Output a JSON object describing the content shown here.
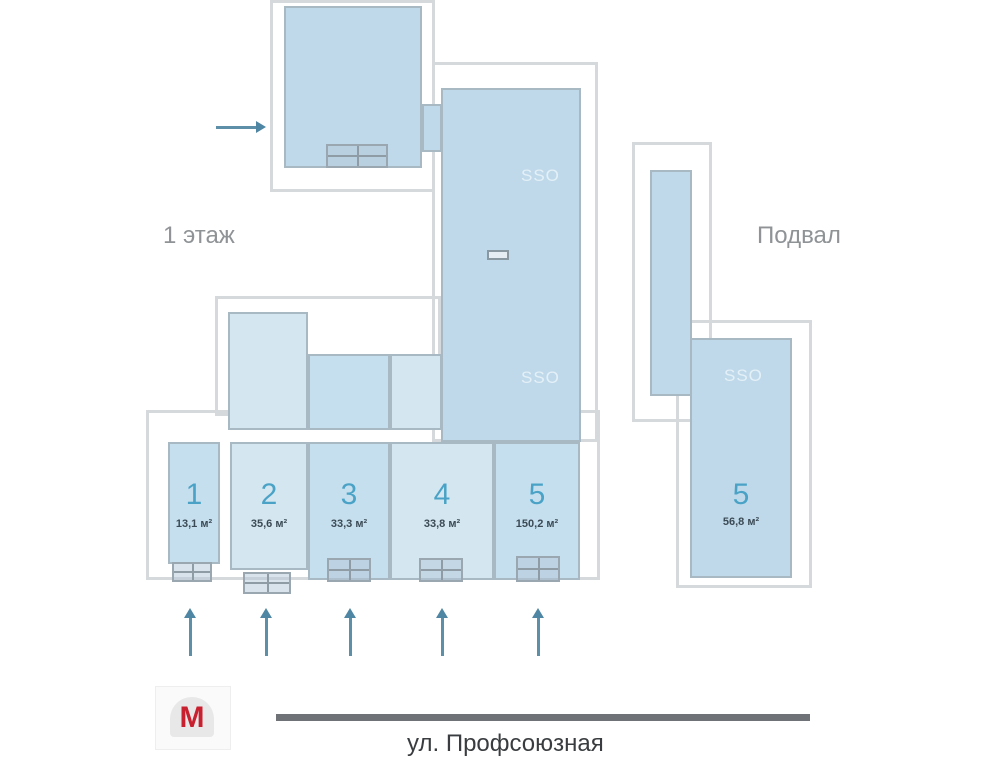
{
  "labels": {
    "first_floor": "1 этаж",
    "basement": "Подвал",
    "street": "ул. Профсоюзная",
    "watermark": "SSO"
  },
  "metro": {
    "icon": "metro-icon",
    "letter": "М",
    "color": "#c8202f"
  },
  "colors": {
    "room_fill": "#bfd9ea",
    "room_fill_light": "#d4e6f0",
    "number_color": "#4aa3c6",
    "wall_color": "#d6d9dc",
    "street_line": "#6f7377"
  },
  "units": [
    {
      "number": "1",
      "area": "13,1 м²",
      "floor": "1 этаж"
    },
    {
      "number": "2",
      "area": "35,6 м²",
      "floor": "1 этаж"
    },
    {
      "number": "3",
      "area": "33,3 м²",
      "floor": "1 этаж"
    },
    {
      "number": "4",
      "area": "33,8 м²",
      "floor": "1 этаж"
    },
    {
      "number": "5",
      "area": "150,2 м²",
      "floor": "1 этаж"
    }
  ],
  "basement_unit": {
    "number": "5",
    "area": "56,8 м²",
    "floor": "Подвал"
  },
  "entrances": {
    "count": 6,
    "icon": "entrance-arrow-icon"
  }
}
